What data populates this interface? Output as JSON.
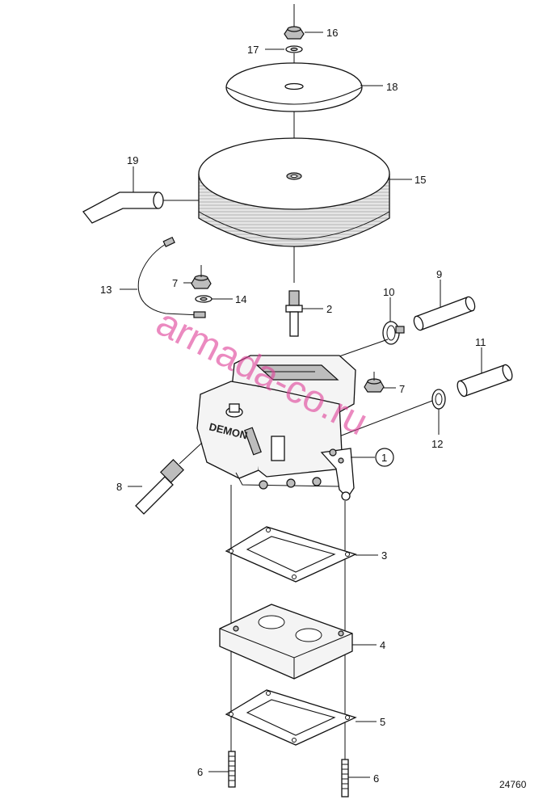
{
  "diagram": {
    "callouts": {
      "c1": "1",
      "c2": "2",
      "c3": "3",
      "c4": "4",
      "c5": "5",
      "c6a": "6",
      "c6b": "6",
      "c7a": "7",
      "c7b": "7",
      "c8": "8",
      "c9": "9",
      "c10": "10",
      "c11": "11",
      "c12": "12",
      "c13": "13",
      "c14": "14",
      "c15": "15",
      "c16": "16",
      "c17": "17",
      "c18": "18",
      "c19": "19"
    },
    "brand_text": "DEMON",
    "figure_number": "24760",
    "watermark": "armada-co.ru",
    "colors": {
      "watermark": "#e0449a",
      "line": "#111111"
    }
  }
}
